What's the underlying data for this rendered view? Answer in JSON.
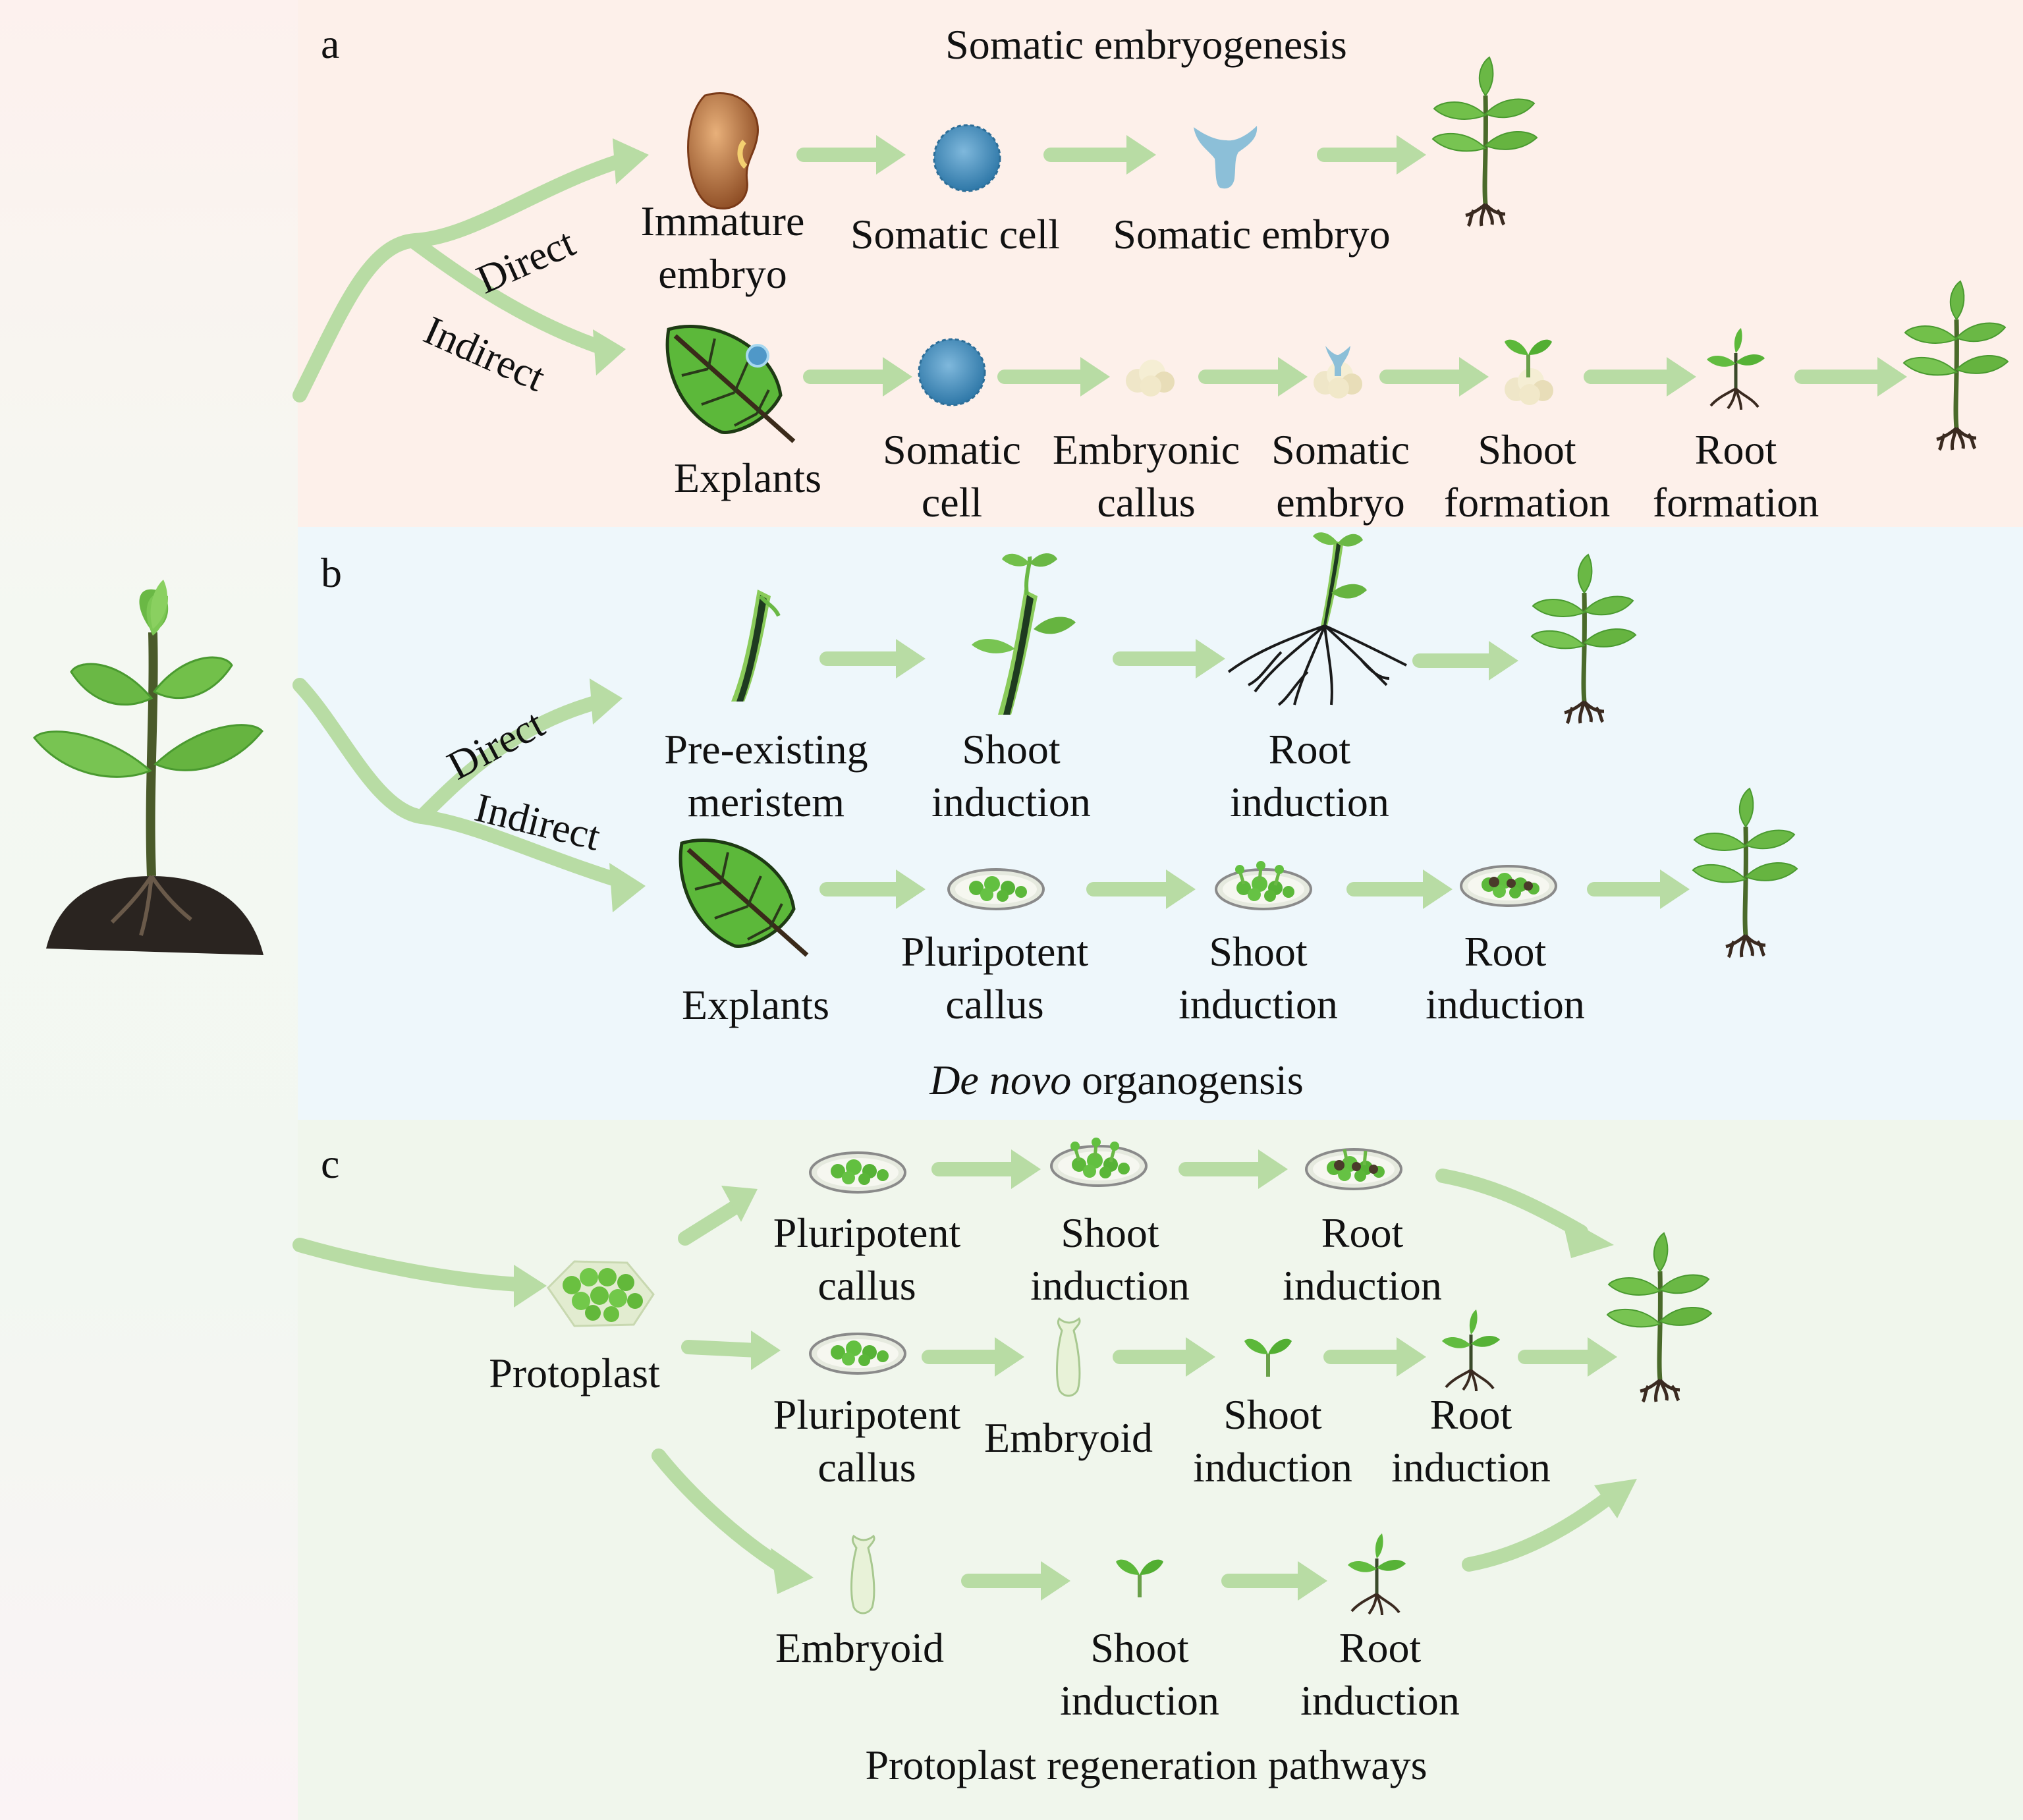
{
  "panels": {
    "a": {
      "letter": "a",
      "title": "Somatic embryogenesis",
      "branch_direct": "Direct",
      "branch_indirect": "Indirect",
      "direct_steps": [
        [
          "Immature",
          "embryo"
        ],
        [
          "Somatic cell"
        ],
        [
          "Somatic embryo"
        ]
      ],
      "indirect_steps": [
        [
          "Explants"
        ],
        [
          "Somatic",
          "cell"
        ],
        [
          "Embryonic",
          "callus"
        ],
        [
          "Somatic",
          "embryo"
        ],
        [
          "Shoot",
          "formation"
        ],
        [
          "Root",
          "formation"
        ]
      ]
    },
    "b": {
      "letter": "b",
      "title_italic": "De novo",
      "title_rest": " organogensis",
      "branch_direct": "Direct",
      "branch_indirect": "Indirect",
      "direct_steps": [
        [
          "Pre-existing",
          "meristem"
        ],
        [
          "Shoot",
          "induction"
        ],
        [
          "Root",
          "induction"
        ]
      ],
      "indirect_steps": [
        [
          "Explants"
        ],
        [
          "Pluripotent",
          "callus"
        ],
        [
          "Shoot",
          "induction"
        ],
        [
          "Root",
          "induction"
        ]
      ]
    },
    "c": {
      "letter": "c",
      "title": "Protoplast regeneration pathways",
      "source": "Protoplast",
      "row1_steps": [
        [
          "Pluripotent",
          "callus"
        ],
        [
          "Shoot",
          "induction"
        ],
        [
          "Root",
          "induction"
        ]
      ],
      "row2_steps": [
        [
          "Pluripotent",
          "callus"
        ],
        [
          "Embryoid"
        ],
        [
          "Shoot",
          "induction"
        ],
        [
          "Root",
          "induction"
        ]
      ],
      "row3_steps": [
        [
          "Embryoid"
        ],
        [
          "Shoot",
          "induction"
        ],
        [
          "Root",
          "induction"
        ]
      ]
    }
  },
  "colors": {
    "panel_a_bg": "#fdf0ea",
    "panel_b_bg": "#eef7fb",
    "panel_c_bg": "#f0f6ec",
    "arrow": "#b8dca4",
    "leaf": "#6ab845",
    "leaf_dark": "#3f8a2a",
    "cell_blue": "#4f98c8",
    "embryo_blue": "#8cbfd8",
    "soil": "#2a2420"
  },
  "icons": [
    "plant-icon",
    "bean-icon",
    "cell-icon",
    "heart-embryo-icon",
    "leaf-explant-icon",
    "callus-icon",
    "seedling-icon",
    "petri-dish-icon",
    "stem-cutting-icon",
    "root-system-icon",
    "embryoid-icon",
    "protoplast-icon"
  ]
}
